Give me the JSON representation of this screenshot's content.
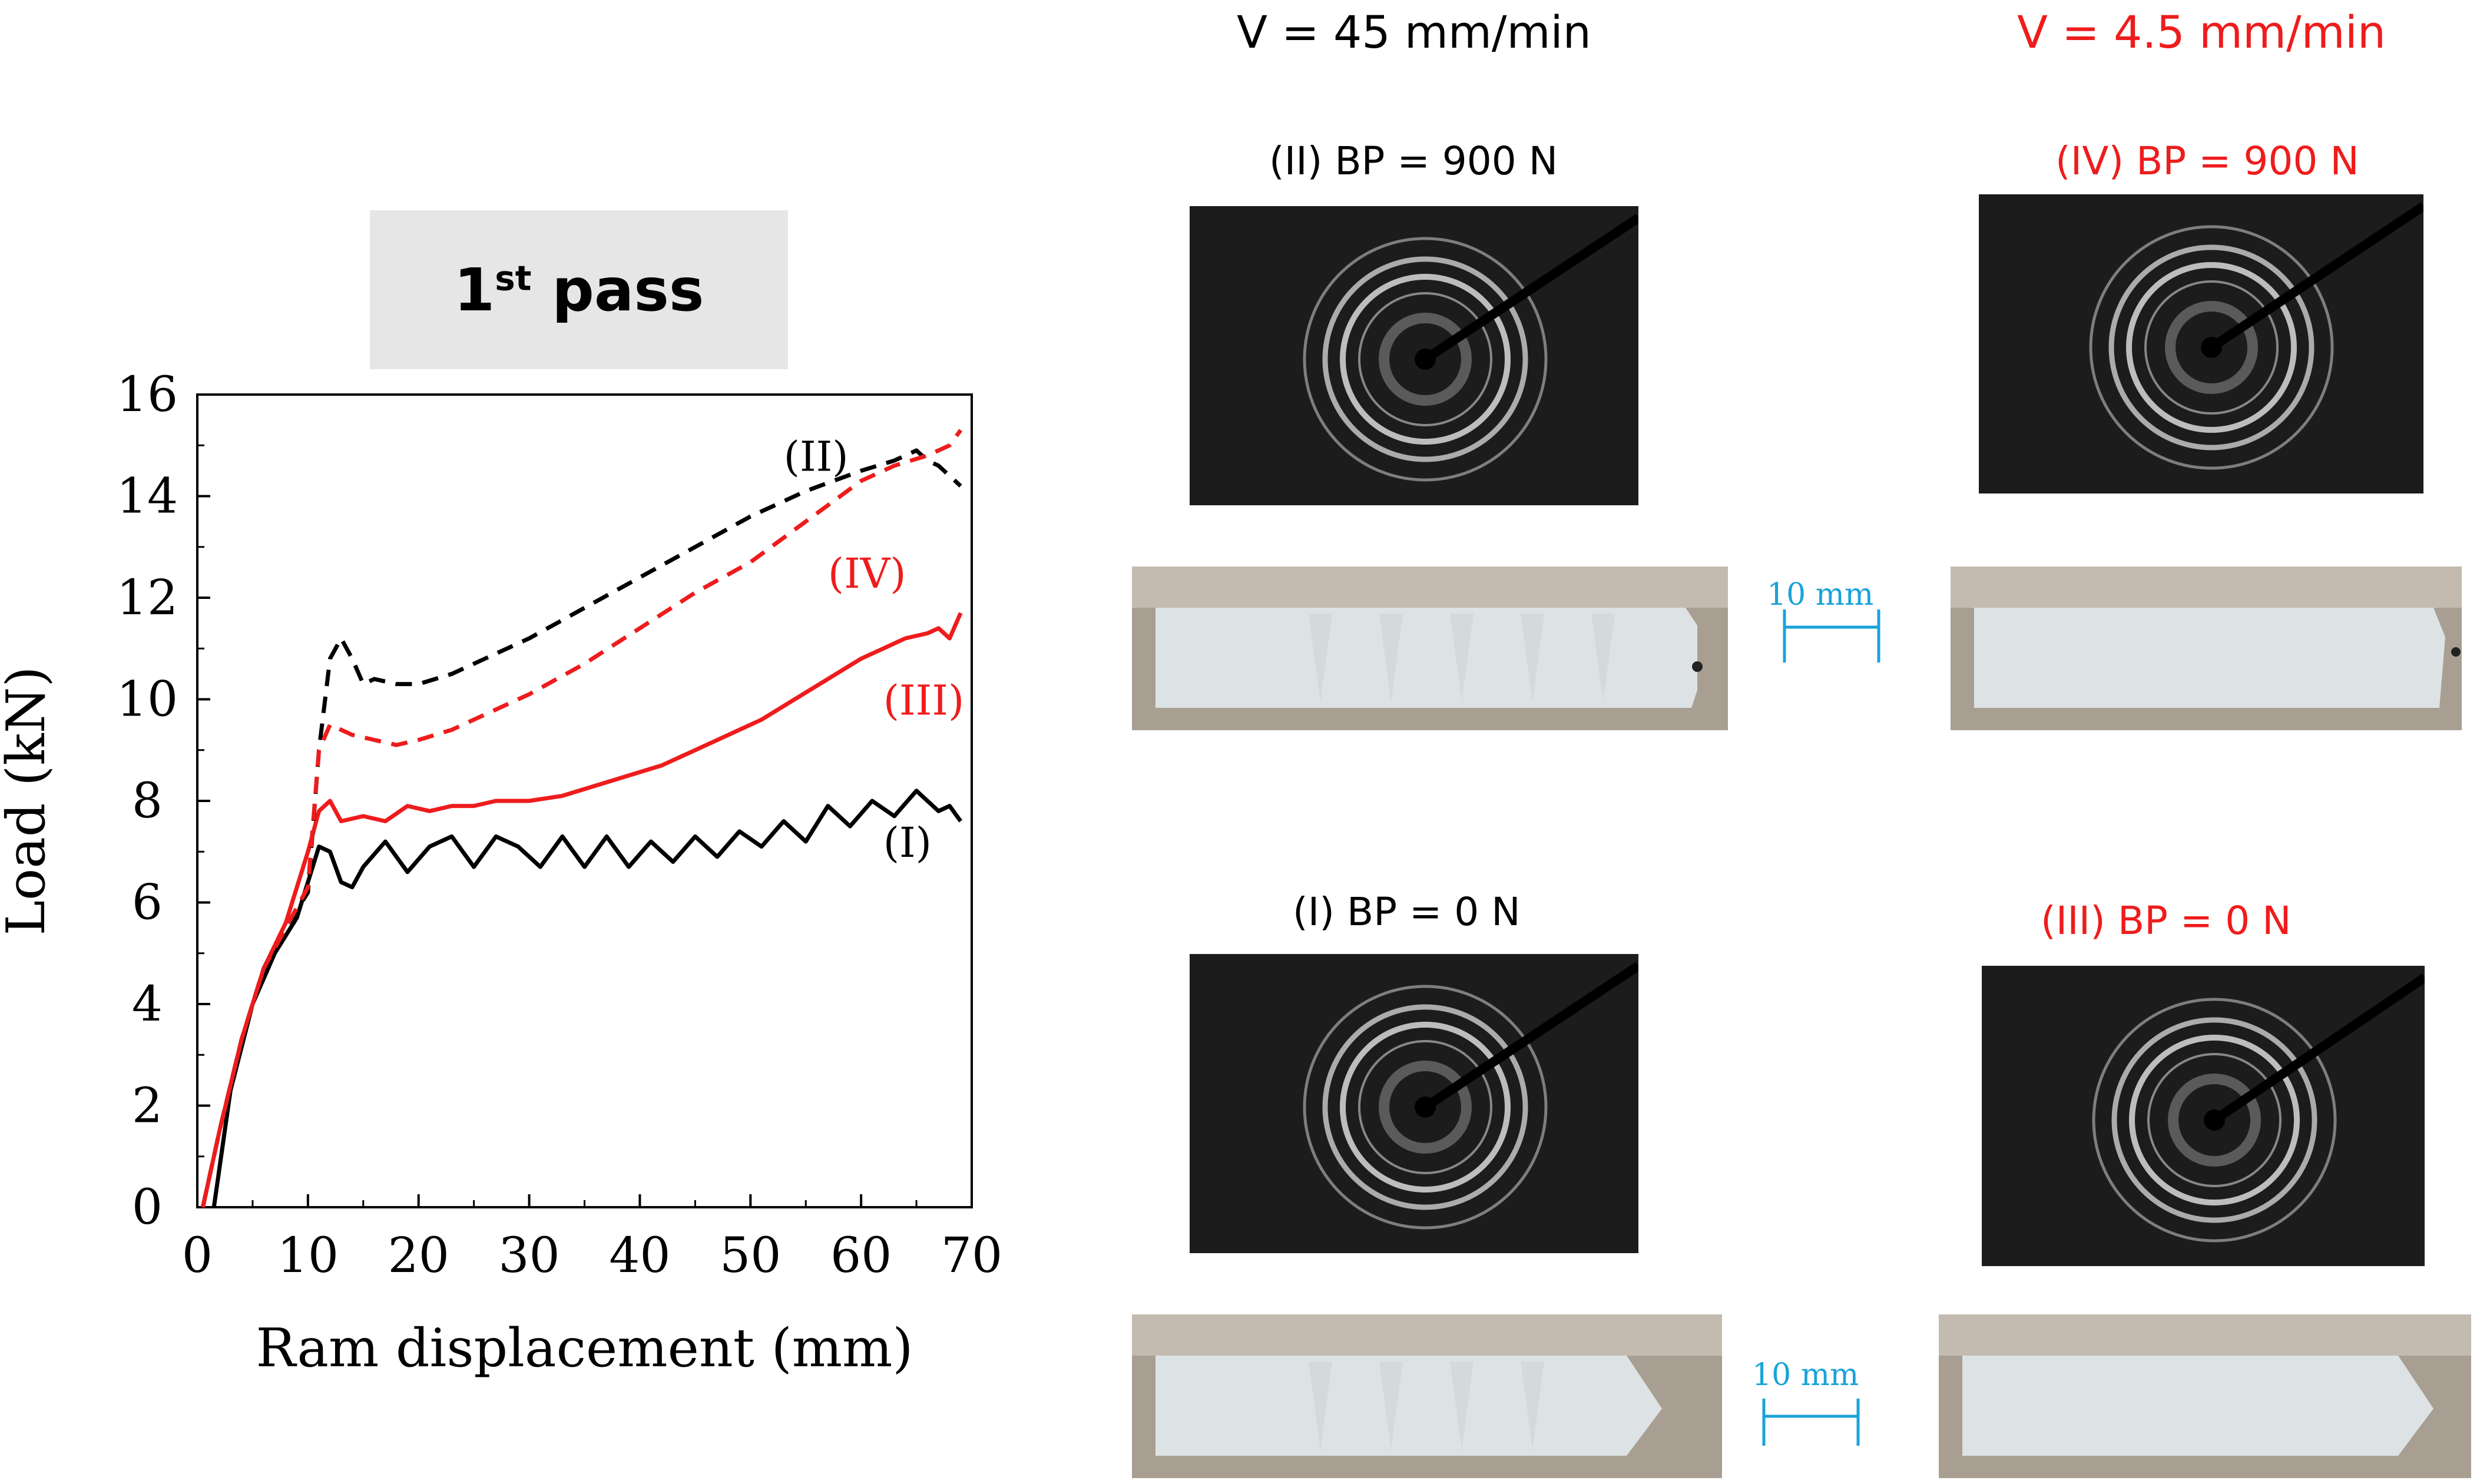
{
  "headers": {
    "v45": "V = 45 mm/min",
    "v4_5": "V = 4.5 mm/min"
  },
  "pass_box": {
    "main": "1",
    "sup": "st",
    "rest": " pass"
  },
  "panels": [
    {
      "label": "(II) BP = 900 N",
      "color": "#000000"
    },
    {
      "label": "(IV) BP = 900 N",
      "color": "#ee1c1c"
    },
    {
      "label": "(I) BP = 0 N",
      "color": "#000000"
    },
    {
      "label": "(III) BP = 0 N",
      "color": "#ee1c1c"
    }
  ],
  "scale_bar": "10 mm",
  "chart_data": {
    "type": "line",
    "xlabel": "Ram displacement (mm)",
    "ylabel": "Load (kN)",
    "xlim": [
      0,
      70
    ],
    "ylim": [
      0,
      16
    ],
    "xticks": [
      0,
      10,
      20,
      30,
      40,
      50,
      60,
      70
    ],
    "yticks": [
      0,
      2,
      4,
      6,
      8,
      10,
      12,
      14,
      16
    ],
    "grid": false,
    "series": [
      {
        "name": "(I)",
        "color": "#000000",
        "dash": false,
        "x": [
          1.5,
          3,
          5,
          7,
          9,
          11,
          12,
          13,
          14,
          15,
          17,
          19,
          21,
          23,
          25,
          27,
          29,
          31,
          33,
          35,
          37,
          39,
          41,
          43,
          45,
          47,
          49,
          51,
          53,
          55,
          57,
          59,
          61,
          63,
          65,
          67,
          68,
          69
        ],
        "y": [
          0,
          2.3,
          4,
          5,
          5.7,
          7.1,
          7,
          6.4,
          6.3,
          6.7,
          7.2,
          6.6,
          7.1,
          7.3,
          6.7,
          7.3,
          7.1,
          6.7,
          7.3,
          6.7,
          7.3,
          6.7,
          7.2,
          6.8,
          7.3,
          6.9,
          7.4,
          7.1,
          7.6,
          7.2,
          7.9,
          7.5,
          8,
          7.7,
          8.2,
          7.8,
          7.9,
          7.6
        ]
      },
      {
        "name": "(III)",
        "color": "#ee1c1c",
        "dash": false,
        "x": [
          0.5,
          2,
          4,
          6,
          8,
          10,
          11,
          12,
          13,
          15,
          17,
          19,
          21,
          23,
          25,
          27,
          30,
          33,
          36,
          39,
          42,
          45,
          48,
          51,
          54,
          57,
          60,
          62,
          64,
          66,
          67,
          68,
          69
        ],
        "y": [
          0,
          1.5,
          3.3,
          4.7,
          5.6,
          7,
          7.8,
          8,
          7.6,
          7.7,
          7.6,
          7.9,
          7.8,
          7.9,
          7.9,
          8,
          8,
          8.1,
          8.3,
          8.5,
          8.7,
          9,
          9.3,
          9.6,
          10,
          10.4,
          10.8,
          11,
          11.2,
          11.3,
          11.4,
          11.2,
          11.7
        ]
      },
      {
        "name": "(II)",
        "color": "#000000",
        "dash": true,
        "x": [
          0.5,
          2,
          4,
          6,
          8,
          10,
          11,
          12,
          13,
          14,
          15,
          16,
          18,
          20,
          23,
          26,
          30,
          35,
          40,
          45,
          50,
          55,
          60,
          63,
          65,
          66,
          67,
          68,
          69
        ],
        "y": [
          0,
          1.5,
          3.3,
          4.7,
          5.5,
          6.2,
          9,
          10.8,
          11.2,
          10.8,
          10.3,
          10.4,
          10.3,
          10.3,
          10.5,
          10.8,
          11.2,
          11.8,
          12.4,
          13,
          13.6,
          14.1,
          14.5,
          14.7,
          14.9,
          14.7,
          14.6,
          14.4,
          14.2
        ]
      },
      {
        "name": "(IV)",
        "color": "#ee1c1c",
        "dash": true,
        "x": [
          0.5,
          2,
          4,
          6,
          8,
          10,
          11,
          12,
          14,
          16,
          18,
          20,
          23,
          26,
          30,
          35,
          40,
          45,
          50,
          55,
          60,
          63,
          66,
          67,
          68,
          69
        ],
        "y": [
          0,
          1.5,
          3.3,
          4.7,
          5.5,
          6.3,
          9,
          9.5,
          9.3,
          9.2,
          9.1,
          9.2,
          9.4,
          9.7,
          10.1,
          10.7,
          11.4,
          12.1,
          12.7,
          13.5,
          14.3,
          14.6,
          14.8,
          14.9,
          15,
          15.3
        ]
      }
    ],
    "labels": [
      {
        "text": "(II)",
        "x": 53,
        "y": 14.5,
        "color": "#000000"
      },
      {
        "text": "(IV)",
        "x": 57,
        "y": 12.2,
        "color": "#ee1c1c"
      },
      {
        "text": "(III)",
        "x": 62,
        "y": 9.7,
        "color": "#ee1c1c"
      },
      {
        "text": "(I)",
        "x": 62,
        "y": 6.9,
        "color": "#000000"
      }
    ]
  }
}
